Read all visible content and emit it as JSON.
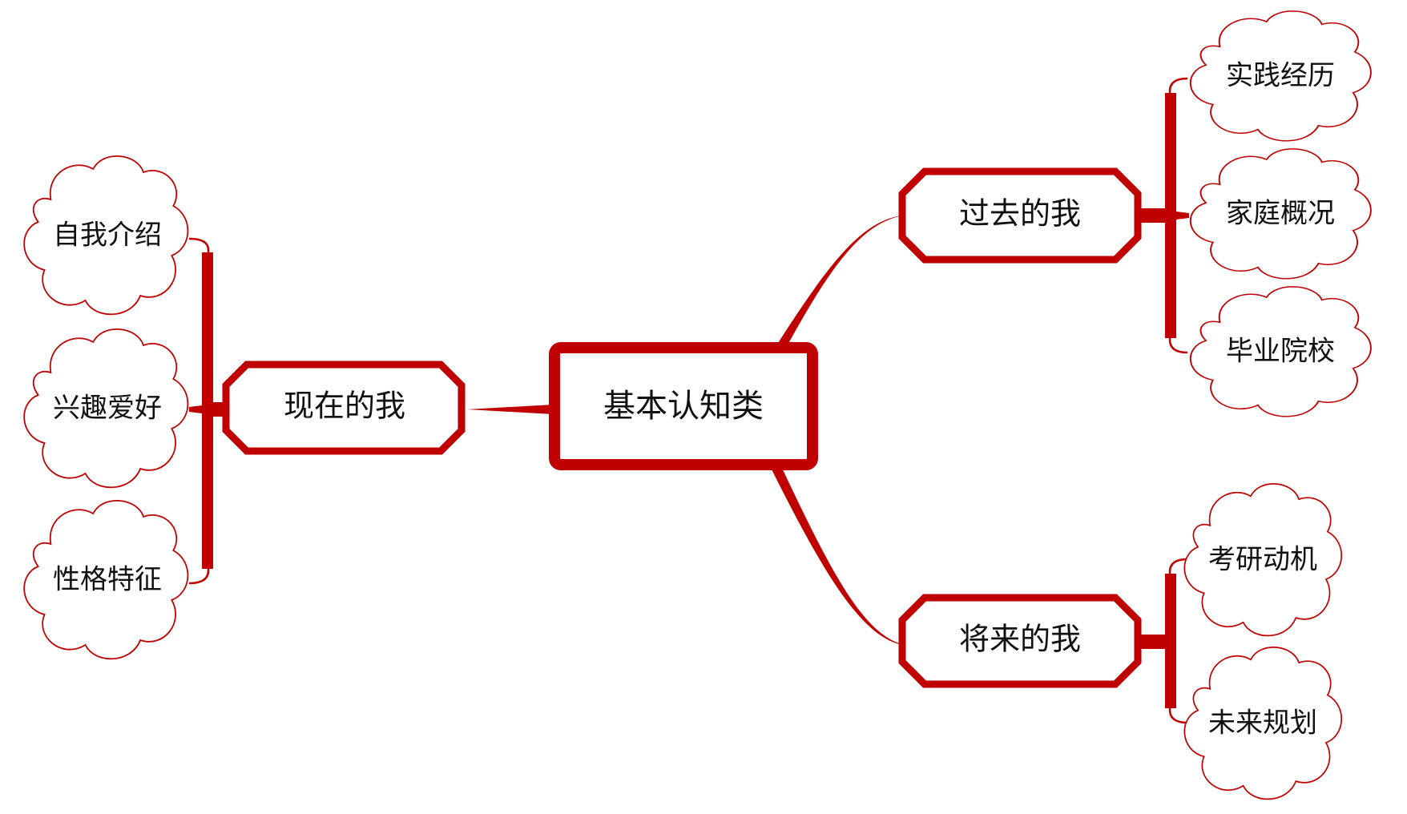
{
  "diagram": {
    "type": "mind-map",
    "accent_color": "#c00000",
    "background": "#ffffff",
    "root": {
      "label": "基本认知类"
    },
    "branches": [
      {
        "label": "现在的我",
        "children": [
          "自我介绍",
          "兴趣爱好",
          "性格特征"
        ]
      },
      {
        "label": "过去的我",
        "children": [
          "实践经历",
          "家庭概况",
          "毕业院校"
        ]
      },
      {
        "label": "将来的我",
        "children": [
          "考研动机",
          "未来规划"
        ]
      }
    ]
  }
}
